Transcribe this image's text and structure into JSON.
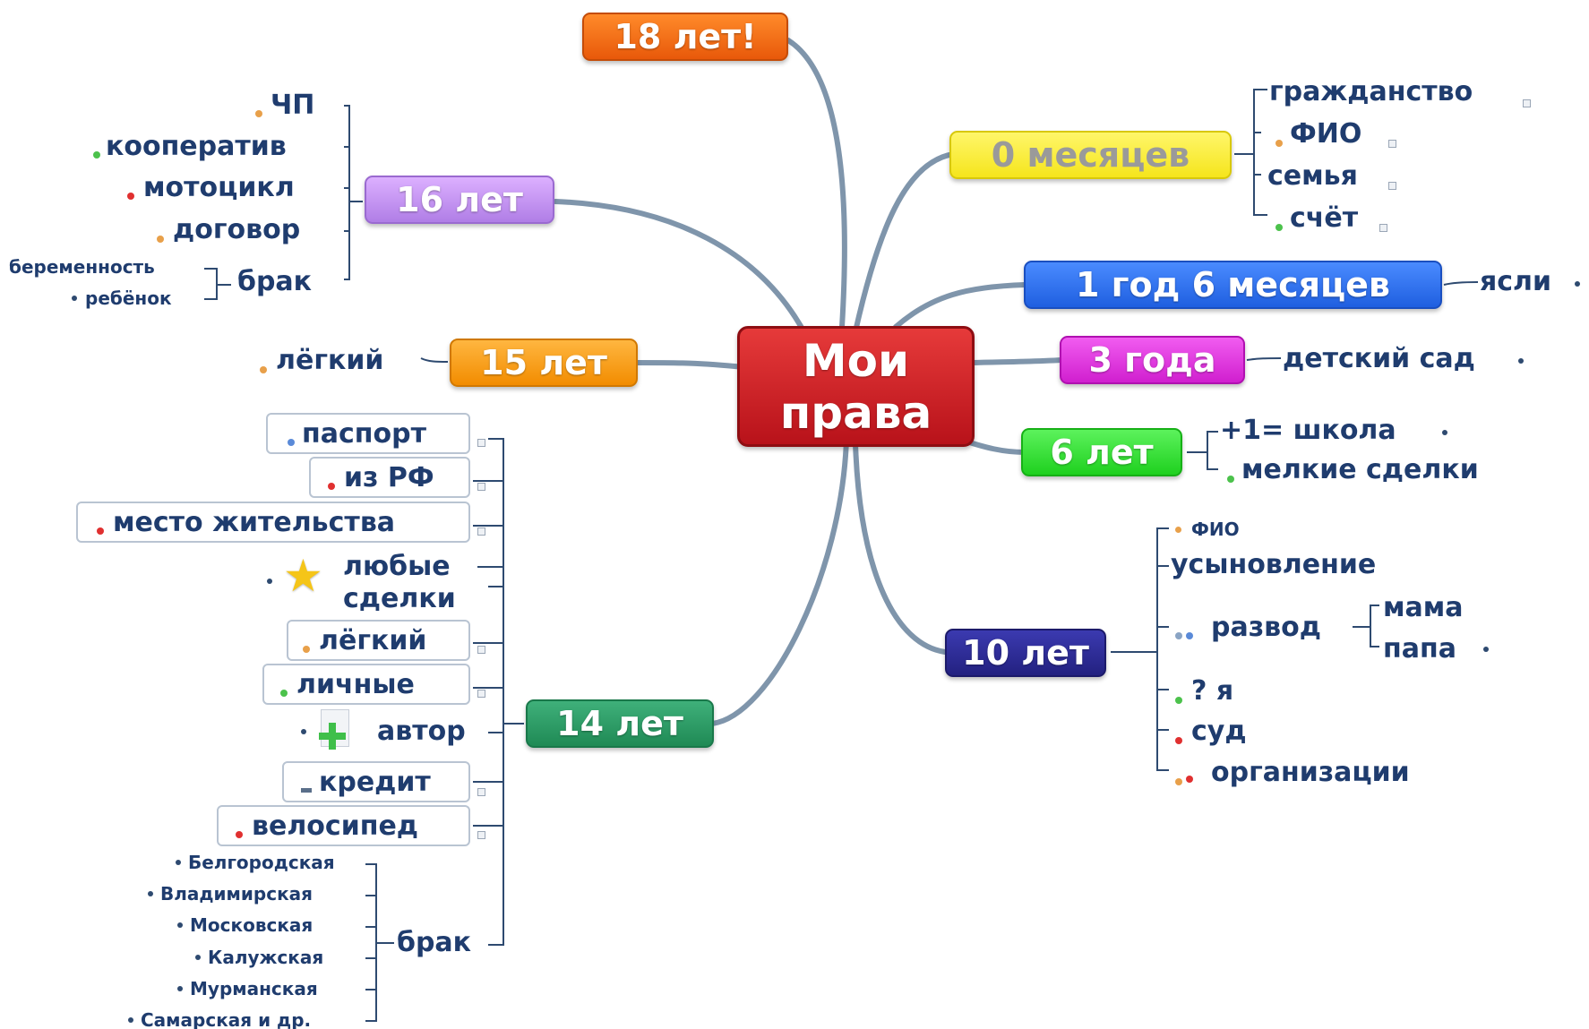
{
  "central": {
    "line1": "Мои",
    "line2": "права"
  },
  "topics": {
    "age18": "18 лет!",
    "age16": "16 лет",
    "age15": "15 лет",
    "age14": "14 лет",
    "age0": "0 месяцев",
    "age1_6": "1 год 6 месяцев",
    "age3": "3 года",
    "age6": "6 лет",
    "age10": "10 лет"
  },
  "age16_items": [
    "ЧП",
    "кооператив",
    "мотоцикл",
    "договор",
    "брак"
  ],
  "age16_brak_items": [
    "беременность",
    "ребёнок"
  ],
  "age15_items": [
    "лёгкий"
  ],
  "age14_items": [
    "паспорт",
    "из РФ",
    "место жительства",
    "любые сделки",
    "лёгкий",
    "личные",
    "автор",
    "кредит",
    "велосипед",
    "брак"
  ],
  "age14_brak_items": [
    "Белгородская",
    "Владимирская",
    "Московская",
    "Калужская",
    "Мурманская",
    "Самарская и др."
  ],
  "age0_items": [
    "гражданство",
    "ФИО",
    "семья",
    "счёт"
  ],
  "age1_6_items": [
    "ясли"
  ],
  "age3_items": [
    "детский сад"
  ],
  "age6_items": [
    "+1= школа",
    "мелкие сделки"
  ],
  "age10_items": [
    "ФИО",
    "усыновление",
    "развод",
    "? я",
    "суд",
    "организации"
  ],
  "age10_razvod_items": [
    "мама",
    "папа"
  ],
  "colors": {
    "central": "#c8161e",
    "age18": "#f26d1a",
    "age16": "#c495f2",
    "age15": "#f7a21b",
    "age14": "#2c9a66",
    "age0": "#f7eb3c",
    "age1_6": "#2f74f0",
    "age3": "#e23be0",
    "age6": "#39e139",
    "age10": "#2d2c95",
    "label_text": "#1f3c6e",
    "connector": "#7f95ab"
  },
  "icons": [
    "flag-icon",
    "green-dot-icon",
    "red-dot-icon",
    "star-icon",
    "document-plus-icon",
    "note-icon",
    "link-icon"
  ]
}
